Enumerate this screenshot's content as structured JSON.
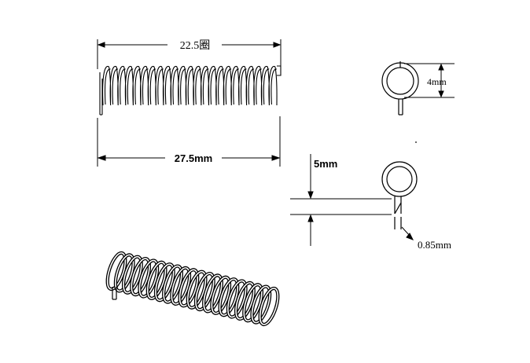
{
  "diagram": {
    "turns_label": "22.5圈",
    "length_label": "27.5mm",
    "outer_diameter_label": "4mm",
    "pitch_label": "5mm",
    "wire_label": "0.85mm",
    "line_color": "#000000",
    "background": "#ffffff"
  }
}
